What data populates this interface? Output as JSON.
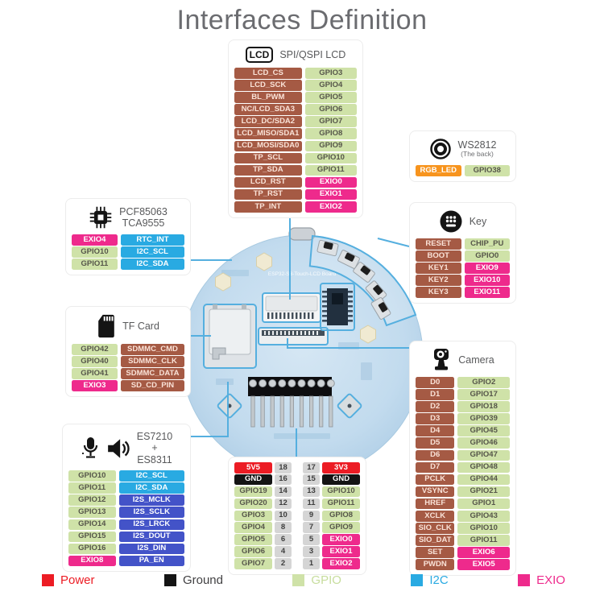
{
  "title": "Interfaces Definition",
  "colors": {
    "power": "#EC1C24",
    "ground": "#141414",
    "gpio": "#CFE2A8",
    "i2c": "#29AAE2",
    "exio": "#EE2A8C",
    "signal": "#A55A44",
    "i2s": "#4353C8",
    "rgb_led": "#F7941E",
    "callout": "#55AFDF"
  },
  "boxes": {
    "lcd": {
      "icon_text": "LCD",
      "title": "SPI/QSPI LCD",
      "rows": [
        {
          "l": "LCD_CS",
          "lc": "brown",
          "r": "GPIO3",
          "rc": "green"
        },
        {
          "l": "LCD_SCK",
          "lc": "brown",
          "r": "GPIO4",
          "rc": "green"
        },
        {
          "l": "BL_PWM",
          "lc": "brown",
          "r": "GPIO5",
          "rc": "green"
        },
        {
          "l": "NC/LCD_SDA3",
          "lc": "brown",
          "r": "GPIO6",
          "rc": "green"
        },
        {
          "l": "LCD_DC/SDA2",
          "lc": "brown",
          "r": "GPIO7",
          "rc": "green"
        },
        {
          "l": "LCD_MISO/SDA1",
          "lc": "brown",
          "r": "GPIO8",
          "rc": "green"
        },
        {
          "l": "LCD_MOSI/SDA0",
          "lc": "brown",
          "r": "GPIO9",
          "rc": "green"
        },
        {
          "l": "TP_SCL",
          "lc": "brown",
          "r": "GPIO10",
          "rc": "green"
        },
        {
          "l": "TP_SDA",
          "lc": "brown",
          "r": "GPIO11",
          "rc": "green"
        },
        {
          "l": "LCD_RST",
          "lc": "brown",
          "r": "EXIO0",
          "rc": "magenta"
        },
        {
          "l": "TP_RST",
          "lc": "brown",
          "r": "EXIO1",
          "rc": "magenta"
        },
        {
          "l": "TP_INT",
          "lc": "brown",
          "r": "EXIO2",
          "rc": "magenta"
        }
      ]
    },
    "ws2812": {
      "title": "WS2812",
      "subtitle": "(The back)",
      "rows": [
        {
          "l": "RGB_LED",
          "lc": "orange",
          "r": "GPIO38",
          "rc": "green"
        }
      ]
    },
    "rtc": {
      "title_line1": "PCF85063",
      "title_line2": "TCA9555",
      "rows": [
        {
          "l": "EXIO4",
          "lc": "magenta",
          "r": "RTC_INT",
          "rc": "blue"
        },
        {
          "l": "GPIO10",
          "lc": "green",
          "r": "I2C_SCL",
          "rc": "blue"
        },
        {
          "l": "GPIO11",
          "lc": "green",
          "r": "I2C_SDA",
          "rc": "blue"
        }
      ]
    },
    "key": {
      "title": "Key",
      "rows": [
        {
          "l": "RESET",
          "lc": "brown",
          "r": "CHIP_PU",
          "rc": "green"
        },
        {
          "l": "BOOT",
          "lc": "brown",
          "r": "GPIO0",
          "rc": "green"
        },
        {
          "l": "KEY1",
          "lc": "brown",
          "r": "EXIO9",
          "rc": "magenta"
        },
        {
          "l": "KEY2",
          "lc": "brown",
          "r": "EXIO10",
          "rc": "magenta"
        },
        {
          "l": "KEY3",
          "lc": "brown",
          "r": "EXIO11",
          "rc": "magenta"
        }
      ]
    },
    "tf": {
      "title": "TF Card",
      "rows": [
        {
          "l": "GPIO42",
          "lc": "green",
          "r": "SDMMC_CMD",
          "rc": "brown"
        },
        {
          "l": "GPIO40",
          "lc": "green",
          "r": "SDMMC_CLK",
          "rc": "brown"
        },
        {
          "l": "GPIO41",
          "lc": "green",
          "r": "SDMMC_DATA",
          "rc": "brown"
        },
        {
          "l": "EXIO3",
          "lc": "magenta",
          "r": "SD_CD_PIN",
          "rc": "brown"
        }
      ]
    },
    "camera": {
      "title": "Camera",
      "rows": [
        {
          "l": "D0",
          "lc": "brown",
          "r": "GPIO2",
          "rc": "green"
        },
        {
          "l": "D1",
          "lc": "brown",
          "r": "GPIO17",
          "rc": "green"
        },
        {
          "l": "D2",
          "lc": "brown",
          "r": "GPIO18",
          "rc": "green"
        },
        {
          "l": "D3",
          "lc": "brown",
          "r": "GPIO39",
          "rc": "green"
        },
        {
          "l": "D4",
          "lc": "brown",
          "r": "GPIO45",
          "rc": "green"
        },
        {
          "l": "D5",
          "lc": "brown",
          "r": "GPIO46",
          "rc": "green"
        },
        {
          "l": "D6",
          "lc": "brown",
          "r": "GPIO47",
          "rc": "green"
        },
        {
          "l": "D7",
          "lc": "brown",
          "r": "GPIO48",
          "rc": "green"
        },
        {
          "l": "PCLK",
          "lc": "brown",
          "r": "GPIO44",
          "rc": "green"
        },
        {
          "l": "VSYNC",
          "lc": "brown",
          "r": "GPIO21",
          "rc": "green"
        },
        {
          "l": "HREF",
          "lc": "brown",
          "r": "GPIO1",
          "rc": "green"
        },
        {
          "l": "XCLK",
          "lc": "brown",
          "r": "GPIO43",
          "rc": "green"
        },
        {
          "l": "SIO_CLK",
          "lc": "brown",
          "r": "GPIO10",
          "rc": "green"
        },
        {
          "l": "SIO_DAT",
          "lc": "brown",
          "r": "GPIO11",
          "rc": "green"
        },
        {
          "l": "SET",
          "lc": "brown",
          "r": "EXIO6",
          "rc": "magenta"
        },
        {
          "l": "PWDN",
          "lc": "brown",
          "r": "EXIO5",
          "rc": "magenta"
        }
      ]
    },
    "audio": {
      "title_line1": "ES7210",
      "title_line2": "+",
      "title_line3": "ES8311",
      "rows": [
        {
          "l": "GPIO10",
          "lc": "green",
          "r": "I2C_SCL",
          "rc": "blue"
        },
        {
          "l": "GPIO11",
          "lc": "green",
          "r": "I2C_SDA",
          "rc": "blue"
        },
        {
          "l": "GPIO12",
          "lc": "green",
          "r": "I2S_MCLK",
          "rc": "indigo"
        },
        {
          "l": "GPIO13",
          "lc": "green",
          "r": "I2S_SCLK",
          "rc": "indigo"
        },
        {
          "l": "GPIO14",
          "lc": "green",
          "r": "I2S_LRCK",
          "rc": "indigo"
        },
        {
          "l": "GPIO15",
          "lc": "green",
          "r": "I2S_DOUT",
          "rc": "indigo"
        },
        {
          "l": "GPIO16",
          "lc": "green",
          "r": "I2S_DIN",
          "rc": "indigo"
        },
        {
          "l": "EXIO8",
          "lc": "magenta",
          "r": "PA_EN",
          "rc": "indigo"
        }
      ]
    }
  },
  "pin_header": {
    "rows": [
      {
        "l": "5V5",
        "lc": "red",
        "ln": "18",
        "rn": "17",
        "r": "3V3",
        "rc": "red"
      },
      {
        "l": "GND",
        "lc": "black",
        "ln": "16",
        "rn": "15",
        "r": "GND",
        "rc": "black"
      },
      {
        "l": "GPIO19",
        "lc": "green",
        "ln": "14",
        "rn": "13",
        "r": "GPIO10",
        "rc": "green"
      },
      {
        "l": "GPIO20",
        "lc": "green",
        "ln": "12",
        "rn": "11",
        "r": "GPIO11",
        "rc": "green"
      },
      {
        "l": "GPIO3",
        "lc": "green",
        "ln": "10",
        "rn": "9",
        "r": "GPIO8",
        "rc": "green"
      },
      {
        "l": "GPIO4",
        "lc": "green",
        "ln": "8",
        "rn": "7",
        "r": "GPIO9",
        "rc": "green"
      },
      {
        "l": "GPIO5",
        "lc": "green",
        "ln": "6",
        "rn": "5",
        "r": "EXIO0",
        "rc": "magenta"
      },
      {
        "l": "GPIO6",
        "lc": "green",
        "ln": "4",
        "rn": "3",
        "r": "EXIO1",
        "rc": "magenta"
      },
      {
        "l": "GPIO7",
        "lc": "green",
        "ln": "2",
        "rn": "1",
        "r": "EXIO2",
        "rc": "magenta"
      }
    ]
  },
  "legend": [
    {
      "label": "Power",
      "color": "red"
    },
    {
      "label": "Ground",
      "color": "black"
    },
    {
      "label": "GPIO",
      "color": "green"
    },
    {
      "label": "I2C",
      "color": "blue"
    },
    {
      "label": "EXIO",
      "color": "magenta"
    }
  ]
}
